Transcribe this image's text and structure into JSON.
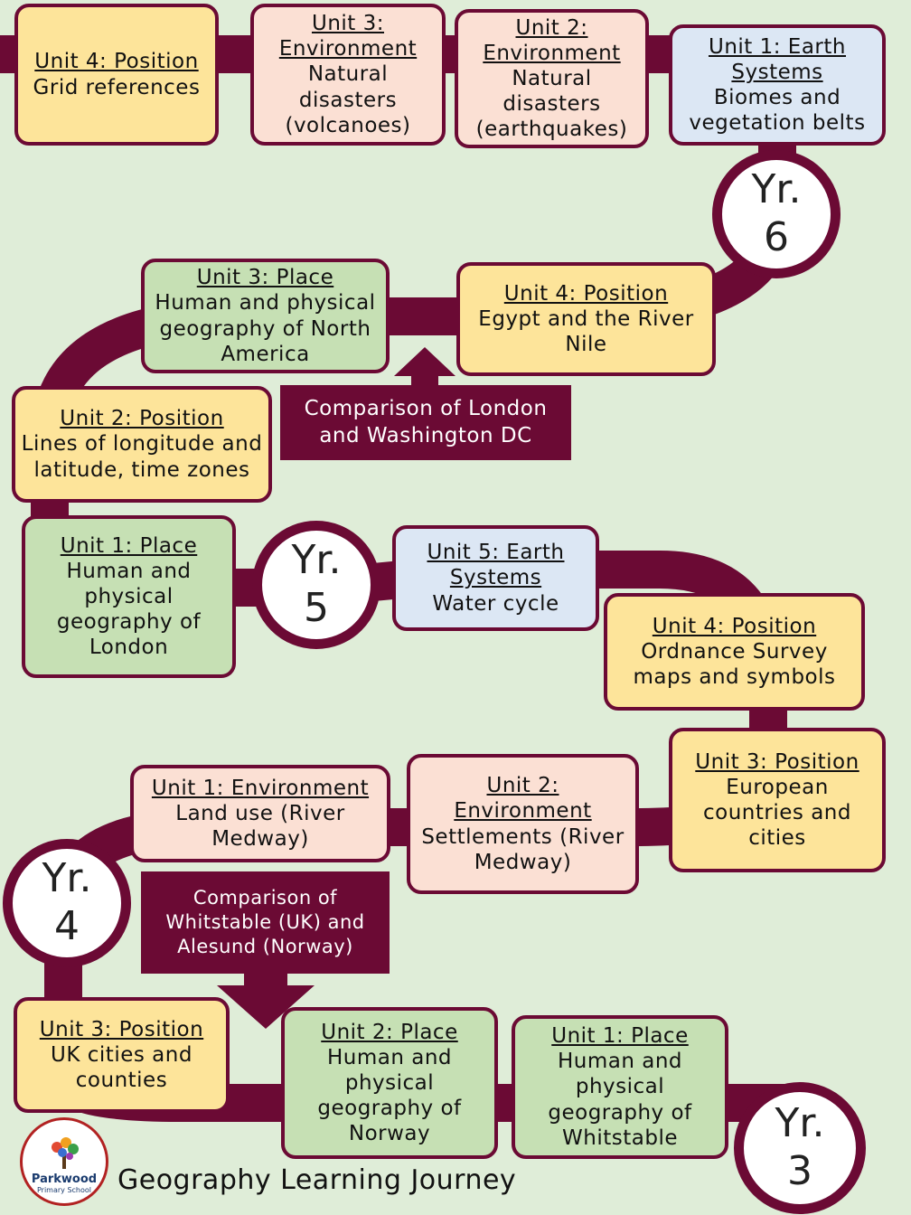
{
  "years": {
    "y6": {
      "line1": "Yr.",
      "line2": "6"
    },
    "y5": {
      "line1": "Yr.",
      "line2": "5"
    },
    "y4": {
      "line1": "Yr.",
      "line2": "4"
    },
    "y3": {
      "line1": "Yr.",
      "line2": "3"
    }
  },
  "year6": {
    "u4": {
      "title": "Unit 4: Position",
      "body": "Grid references"
    },
    "u3": {
      "title": "Unit 3: Environment",
      "body": "Natural disasters (volcanoes)"
    },
    "u2": {
      "title": "Unit 2: Environment",
      "body": "Natural disasters (earthquakes)"
    },
    "u1": {
      "title": "Unit 1: Earth Systems",
      "body": "Biomes and vegetation belts"
    }
  },
  "year5": {
    "u4": {
      "title": "Unit 4: Position",
      "body": "Egypt and the River Nile"
    },
    "u3": {
      "title": "Unit 3: Place",
      "body": "Human and physical geography of North America"
    },
    "u2": {
      "title": "Unit 2: Position",
      "body": "Lines of longitude and latitude, time zones"
    },
    "u1": {
      "title": "Unit 1: Place",
      "body": "Human and physical geography of London"
    },
    "comparison": "Comparison of London and Washington DC"
  },
  "year4": {
    "u5": {
      "title": "Unit 5: Earth Systems",
      "body": "Water cycle"
    },
    "u4": {
      "title": "Unit 4: Position",
      "body": "Ordnance Survey maps and symbols"
    },
    "u3": {
      "title": "Unit 3: Position",
      "body": "European countries and cities"
    },
    "u2": {
      "title": "Unit 2: Environment",
      "body": "Settlements (River Medway)"
    },
    "u1": {
      "title": "Unit 1: Environment",
      "body": "Land use (River Medway)"
    }
  },
  "year3": {
    "comparison": "Comparison of Whitstable (UK) and Alesund (Norway)",
    "u3": {
      "title": "Unit 3: Position",
      "body": "UK cities and counties"
    },
    "u2": {
      "title": "Unit 2: Place",
      "body": "Human and physical geography of Norway"
    },
    "u1": {
      "title": "Unit 1: Place",
      "body": "Human and physical geography of Whitstable"
    }
  },
  "school": {
    "name": "Parkwood",
    "sub": "Primary School"
  },
  "footer": "Geography Learning Journey",
  "colors": {
    "road": "#6b0a34",
    "background": "#dfedd8"
  }
}
